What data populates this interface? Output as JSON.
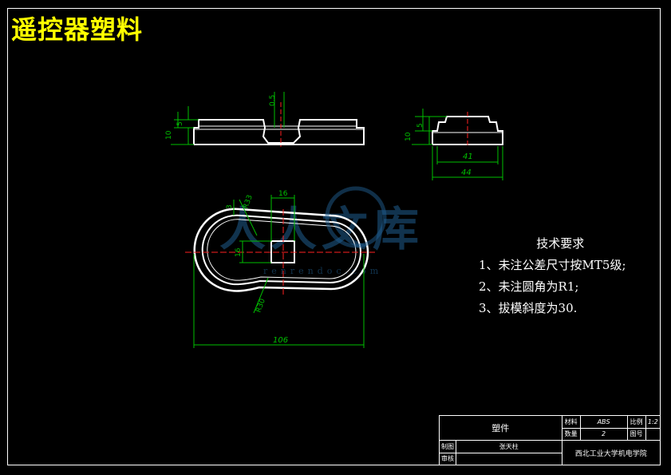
{
  "title": "遥控器塑料",
  "notes": {
    "heading": "技术要求",
    "items": [
      "1、未注公差尺寸按MT5级;",
      "2、未注圆角为R1;",
      "3、拔模斜度为30."
    ]
  },
  "dims": {
    "front_left_5": "5",
    "front_left_10": "10",
    "front_top_05": "0.5",
    "side_left_5": "5",
    "side_left_10": "10",
    "side_41": "41",
    "side_44": "44",
    "plan_3": "3",
    "plan_r33": "R33",
    "plan_top": "16",
    "plan_left": "16",
    "plan_r30": "R30",
    "plan_106": "106"
  },
  "title_block": {
    "part_name": "塑件",
    "material_label": "材料",
    "material_value": "ABS",
    "scale_label": "比例",
    "scale_value": "1:2",
    "qty_label": "数量",
    "qty_value": "2",
    "drawing_no_label": "图号",
    "designer_label": "制图",
    "designer_name": "张天柱",
    "checker_label": "审核",
    "school": "西北工业大学机电学院"
  },
  "watermark": {
    "brand": "人人文库",
    "url": "renrendoc.com"
  },
  "colors": {
    "outline": "#ffffff",
    "dimension": "#00c000",
    "centerline": "#ff2020",
    "title": "#ffff00"
  }
}
